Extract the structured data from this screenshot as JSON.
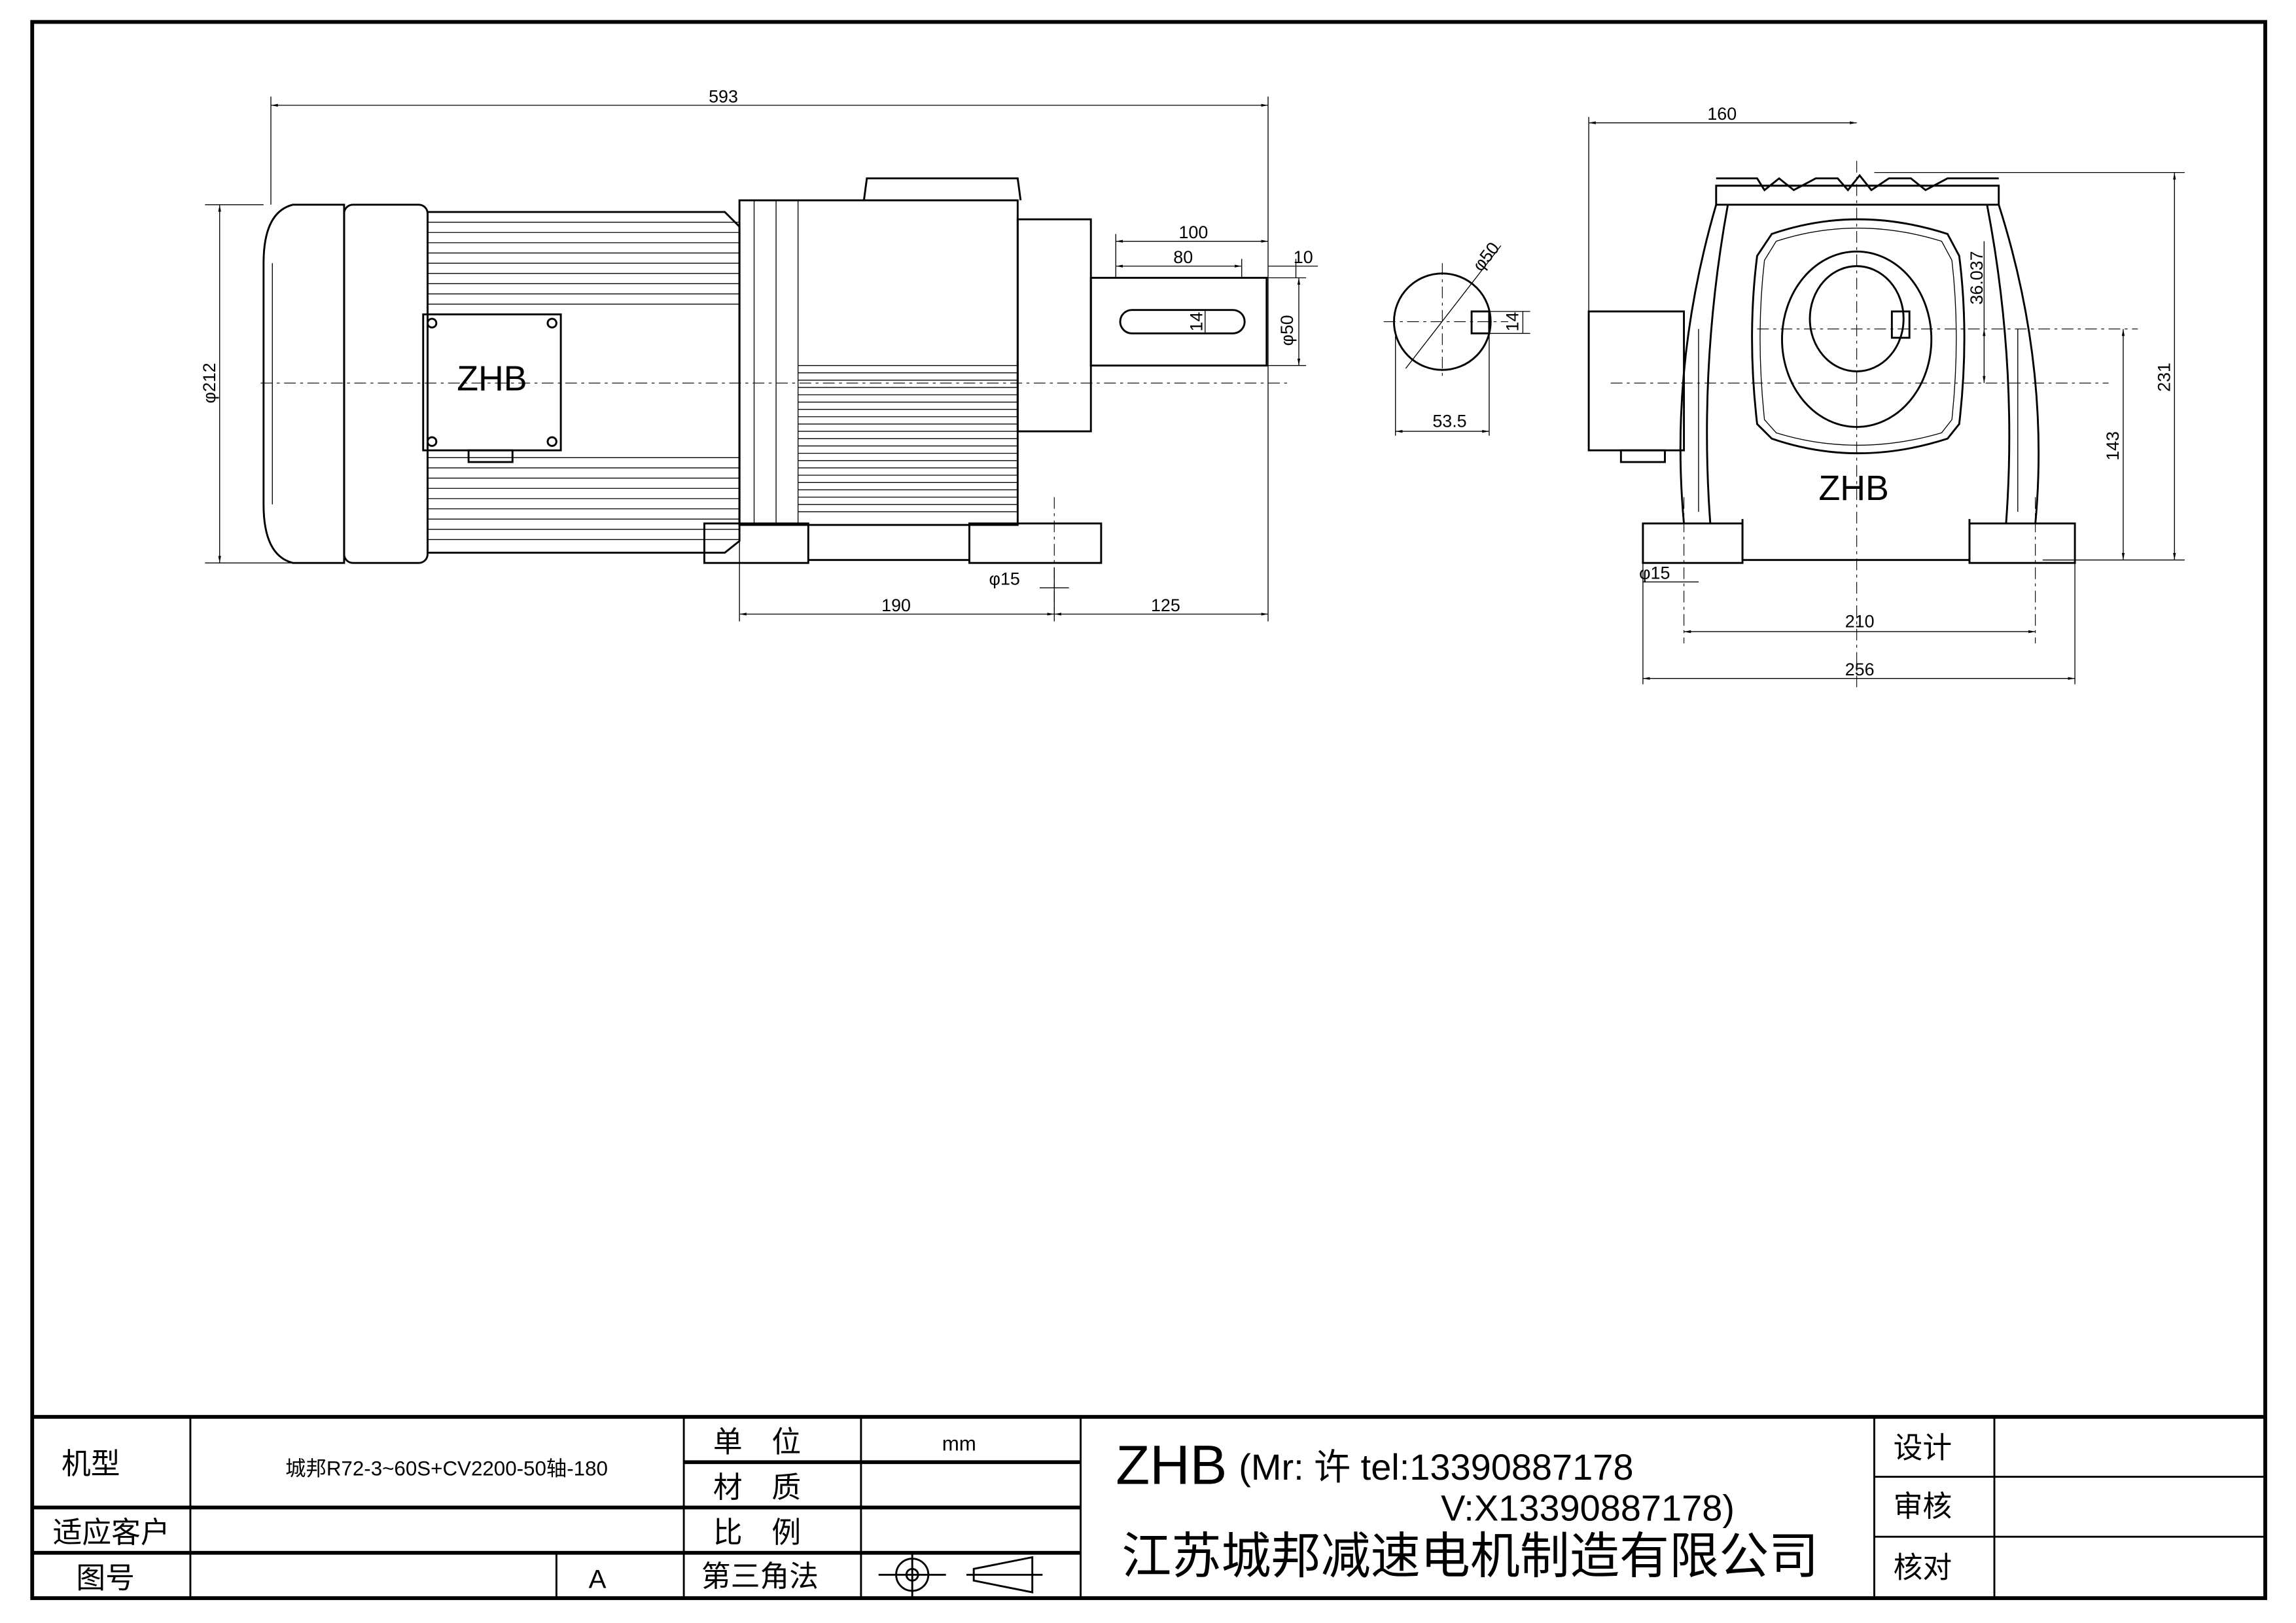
{
  "drawing": {
    "logo_motor": "ZHB",
    "logo_gearbox": "ZHB",
    "dimensions": {
      "overall_length": "593",
      "shaft_length": "100",
      "key_length": "80",
      "shaft_shoulder": "10",
      "shaft_diameter": "φ50",
      "key_width": "14",
      "motor_diameter": "φ212",
      "foot_hole": "φ15",
      "foot_spacing": "190",
      "foot_to_shaft_end": "125",
      "section_diameter": "φ50",
      "section_key_width": "14",
      "section_key_height": "53.5",
      "side_width_to_center": "160",
      "axis_offset": "36.037",
      "overall_height": "231",
      "center_height": "143",
      "side_foot_hole": "φ15",
      "hole_spacing": "210",
      "overall_width": "256"
    }
  },
  "title_block": {
    "model_label": "机型",
    "model_value": "城邦R72-3~60S+CV2200-50轴-180",
    "customer_label": "适应客户",
    "drawing_no_label": "图号",
    "revision": "A",
    "unit_label": "单　位",
    "unit_value": "mm",
    "material_label": "材　质",
    "scale_label": "比　例",
    "projection_label": "第三角法",
    "brand": "ZHB",
    "contact_line1": "(Mr: 许 tel:13390887178",
    "contact_line2": "V:X13390887178)",
    "company": "江苏城邦减速电机制造有限公司",
    "design_label": "设计",
    "review_label": "审核",
    "check_label": "核对"
  }
}
